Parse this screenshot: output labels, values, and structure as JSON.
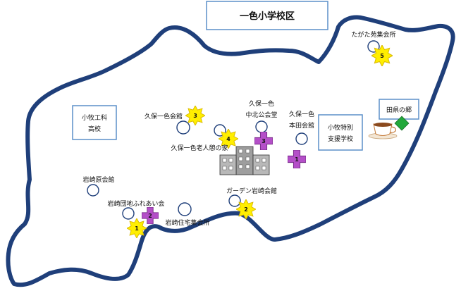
{
  "title": "一色小学校区",
  "boxes": {
    "komaki_tech": [
      "小牧工科",
      "高校"
    ],
    "komaki_special": [
      "小牧特別",
      "支援学校"
    ],
    "taagata": "田県の郷"
  },
  "places": {
    "tagatadai": "たがた苑集会所",
    "kubo_isshiki_hall": "久保一色会館",
    "kubo_chuhoku_1": "久保一色",
    "kubo_chuhoku_2": "中北公会堂",
    "kubo_honden_1": "久保一色",
    "kubo_honden_2": "本田会館",
    "rojin": "久保一色老人憩の家",
    "iwasakihara": "岩崎原会館",
    "iwasaki_danchi": "岩崎団地ふれあい会",
    "iwasaki_jutaku": "岩崎住宅集会所",
    "garden": "ガーデン岩崎会館"
  },
  "stars": [
    "1",
    "2",
    "3",
    "4",
    "5"
  ],
  "crosses": [
    "1",
    "2",
    "3"
  ],
  "colors": {
    "boundary": "#1f3f7a",
    "box_border": "#5b8fc9",
    "star": "#ffee00",
    "cross": "#b44fc8",
    "diamond": "#22a83a"
  },
  "icons": [
    "school-building-icon",
    "teacup-icon",
    "diamond-icon",
    "star-icon",
    "cross-icon",
    "circle-marker-icon"
  ]
}
